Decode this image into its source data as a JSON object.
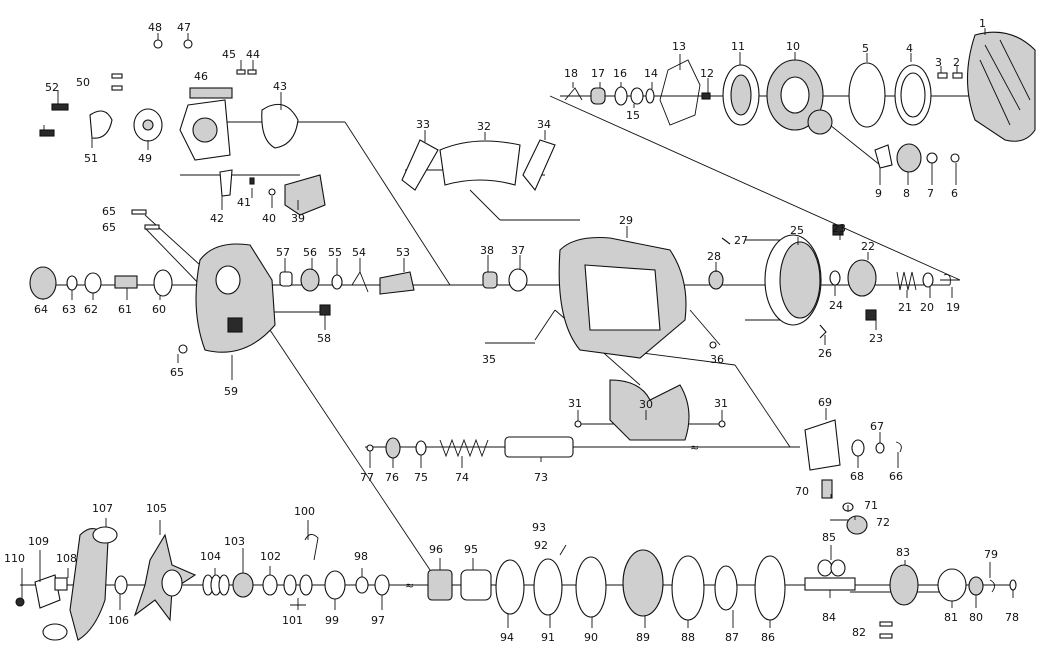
{
  "diagram": {
    "title": "",
    "callouts": [
      "1",
      "2",
      "3",
      "4",
      "5",
      "6",
      "7",
      "8",
      "9",
      "10",
      "11",
      "12",
      "13",
      "14",
      "15",
      "16",
      "17",
      "18",
      "19",
      "20",
      "21",
      "22",
      "23",
      "24",
      "25",
      "26",
      "27",
      "28",
      "29",
      "30",
      "31",
      "32",
      "33",
      "34",
      "35",
      "36",
      "37",
      "38",
      "39",
      "40",
      "41",
      "42",
      "43",
      "44",
      "45",
      "46",
      "47",
      "48",
      "49",
      "50",
      "51",
      "52",
      "53",
      "54",
      "55",
      "56",
      "57",
      "58",
      "59",
      "60",
      "61",
      "62",
      "63",
      "64",
      "65",
      "66",
      "67",
      "68",
      "69",
      "70",
      "71",
      "72",
      "73",
      "74",
      "75",
      "76",
      "77",
      "78",
      "79",
      "80",
      "81",
      "82",
      "83",
      "84",
      "85",
      "86",
      "87",
      "88",
      "89",
      "90",
      "91",
      "92",
      "93",
      "94",
      "95",
      "96",
      "97",
      "98",
      "99",
      "100",
      "101",
      "102",
      "103",
      "104",
      "105",
      "106",
      "107",
      "108",
      "109",
      "110"
    ]
  }
}
